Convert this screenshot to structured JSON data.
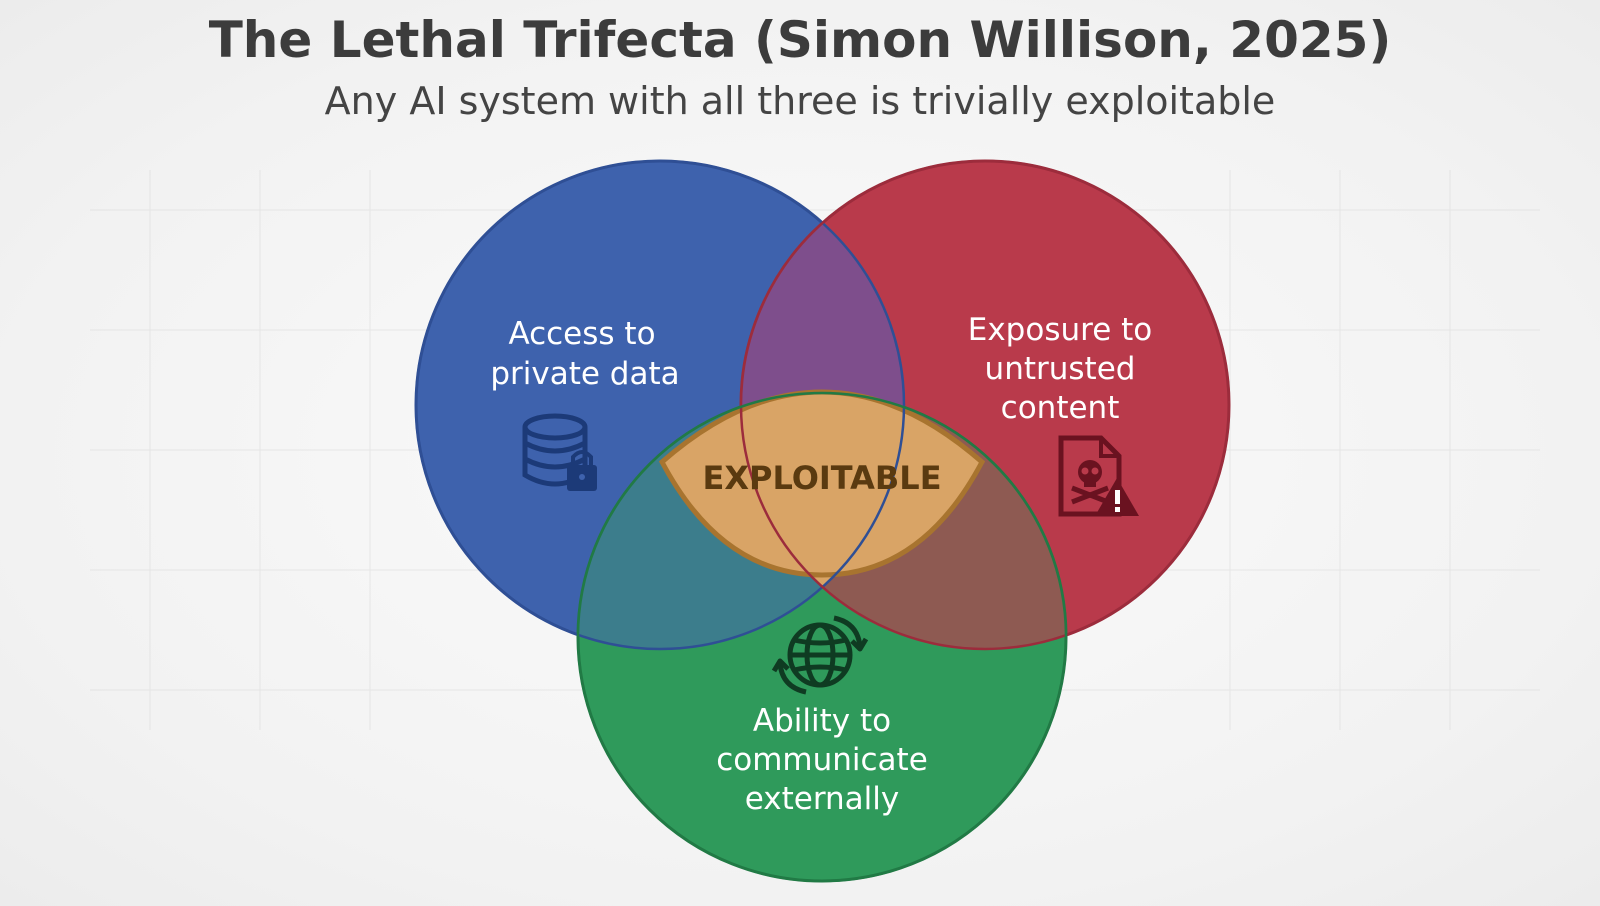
{
  "title": "The Lethal Trifecta (Simon Willison, 2025)",
  "subtitle": "Any AI system with all three is trivially exploitable",
  "circles": {
    "private_data": {
      "lines": [
        "Access to",
        "private data"
      ],
      "icon": "database-lock-icon",
      "color": "#3e62ad"
    },
    "untrusted": {
      "lines": [
        "Exposure to",
        "untrusted",
        "content"
      ],
      "icon": "document-skull-warning-icon",
      "color": "#b93a4b"
    },
    "communicate": {
      "lines": [
        "Ability to",
        "communicate",
        "externally"
      ],
      "icon": "globe-arrows-icon",
      "color": "#2f9a5b"
    }
  },
  "center": {
    "label": "EXPLOITABLE",
    "color": "#d9a466"
  }
}
